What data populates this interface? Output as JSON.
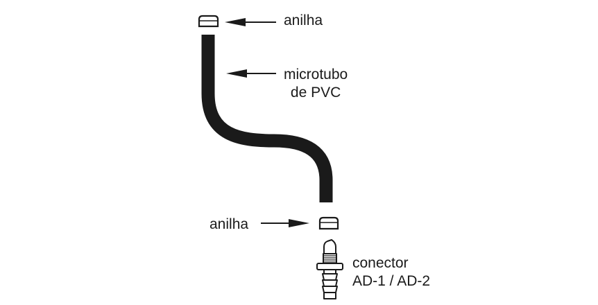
{
  "labels": {
    "top_ring": "anilha",
    "tube_line1": "microtubo",
    "tube_line2": "de PVC",
    "bottom_ring": "anilha",
    "connector_line1": "conector",
    "connector_line2": "AD-1 / AD-2"
  },
  "colors": {
    "ink": "#1a1a1a",
    "background": "#ffffff"
  },
  "icons": {
    "top_ring": "washer-icon",
    "bottom_ring": "washer-icon",
    "connector": "barbed-connector-icon",
    "arrows": "left-arrow / right-arrow"
  }
}
